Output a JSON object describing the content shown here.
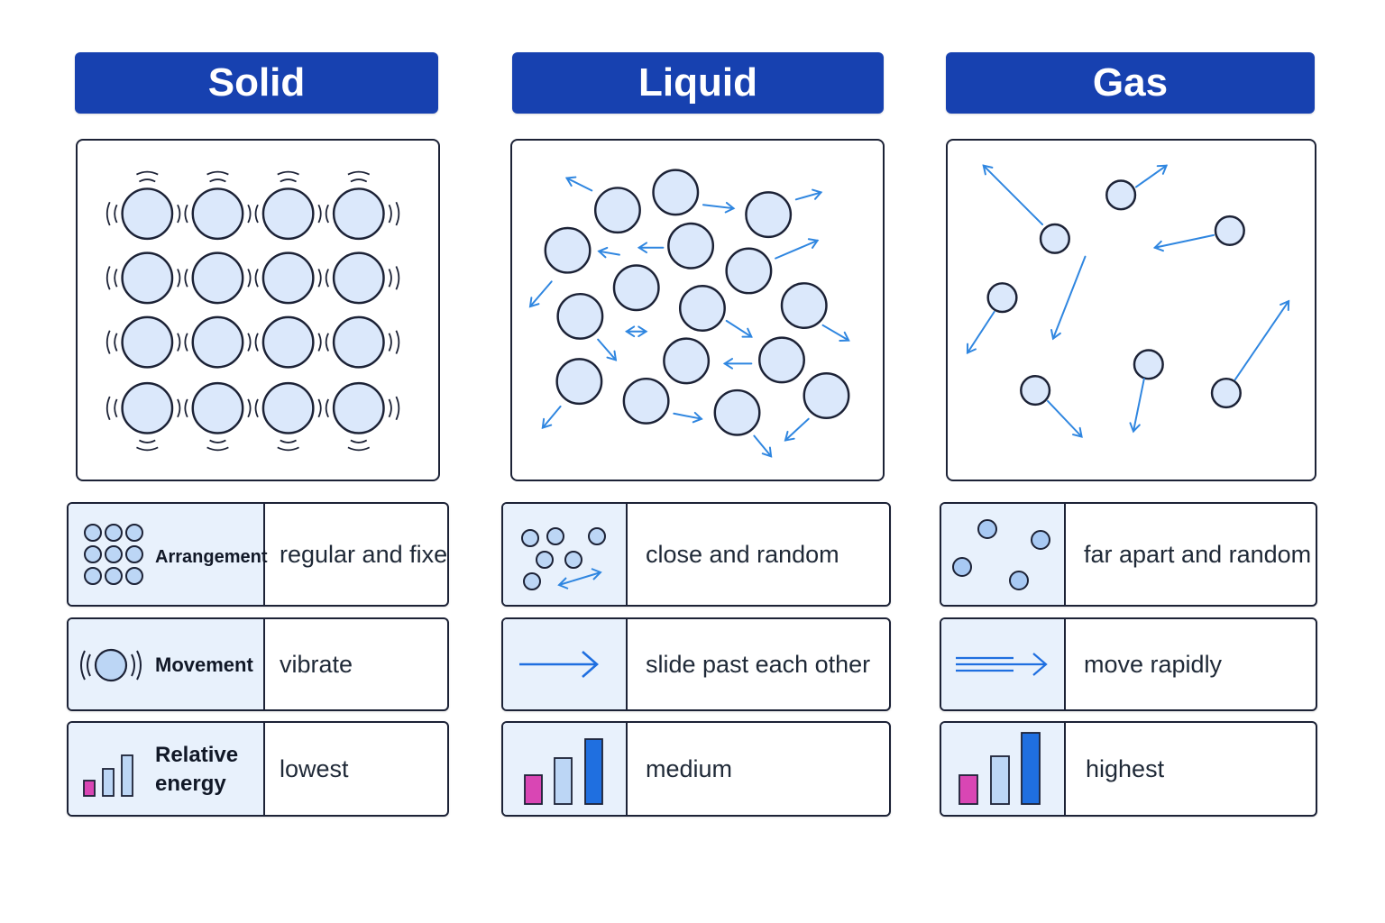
{
  "colors": {
    "header_bg": "#1741b0",
    "particle_fill": "#dbe8fb",
    "particle_stroke": "#1c2236",
    "arrow": "#2f86e0",
    "icon_blue": "#2f7de0",
    "bar_pink": "#d946b4",
    "bar_light": "#bcd6f5",
    "bar_dark": "#1f6fe0"
  },
  "columns": [
    {
      "id": "solid",
      "title": "Solid",
      "rows": [
        {
          "label": "Arrangement",
          "value": "regular and fixed",
          "icon": "grid-particles-icon"
        },
        {
          "label": "Movement",
          "value": "vibrate",
          "icon": "vibrating-particle-icon"
        },
        {
          "label": "Relative energy",
          "label_lines": [
            "Relative",
            "energy"
          ],
          "value": "lowest",
          "icon": "energy-bars-icon",
          "energy_level": "lowest"
        }
      ]
    },
    {
      "id": "liquid",
      "title": "Liquid",
      "rows": [
        {
          "label": "",
          "value": "close and random",
          "icon": "random-particles-icon"
        },
        {
          "label": "",
          "value": "slide past each other",
          "icon": "arrow-right-icon"
        },
        {
          "label": "",
          "value": "medium",
          "icon": "energy-bars-icon",
          "energy_level": "medium"
        }
      ]
    },
    {
      "id": "gas",
      "title": "Gas",
      "rows": [
        {
          "label": "",
          "value": "far apart and random",
          "icon": "scattered-particles-icon"
        },
        {
          "label": "",
          "value": "move rapidly",
          "icon": "fast-arrow-icon"
        },
        {
          "label": "",
          "value": "highest",
          "icon": "energy-bars-icon",
          "energy_level": "highest"
        }
      ]
    }
  ]
}
